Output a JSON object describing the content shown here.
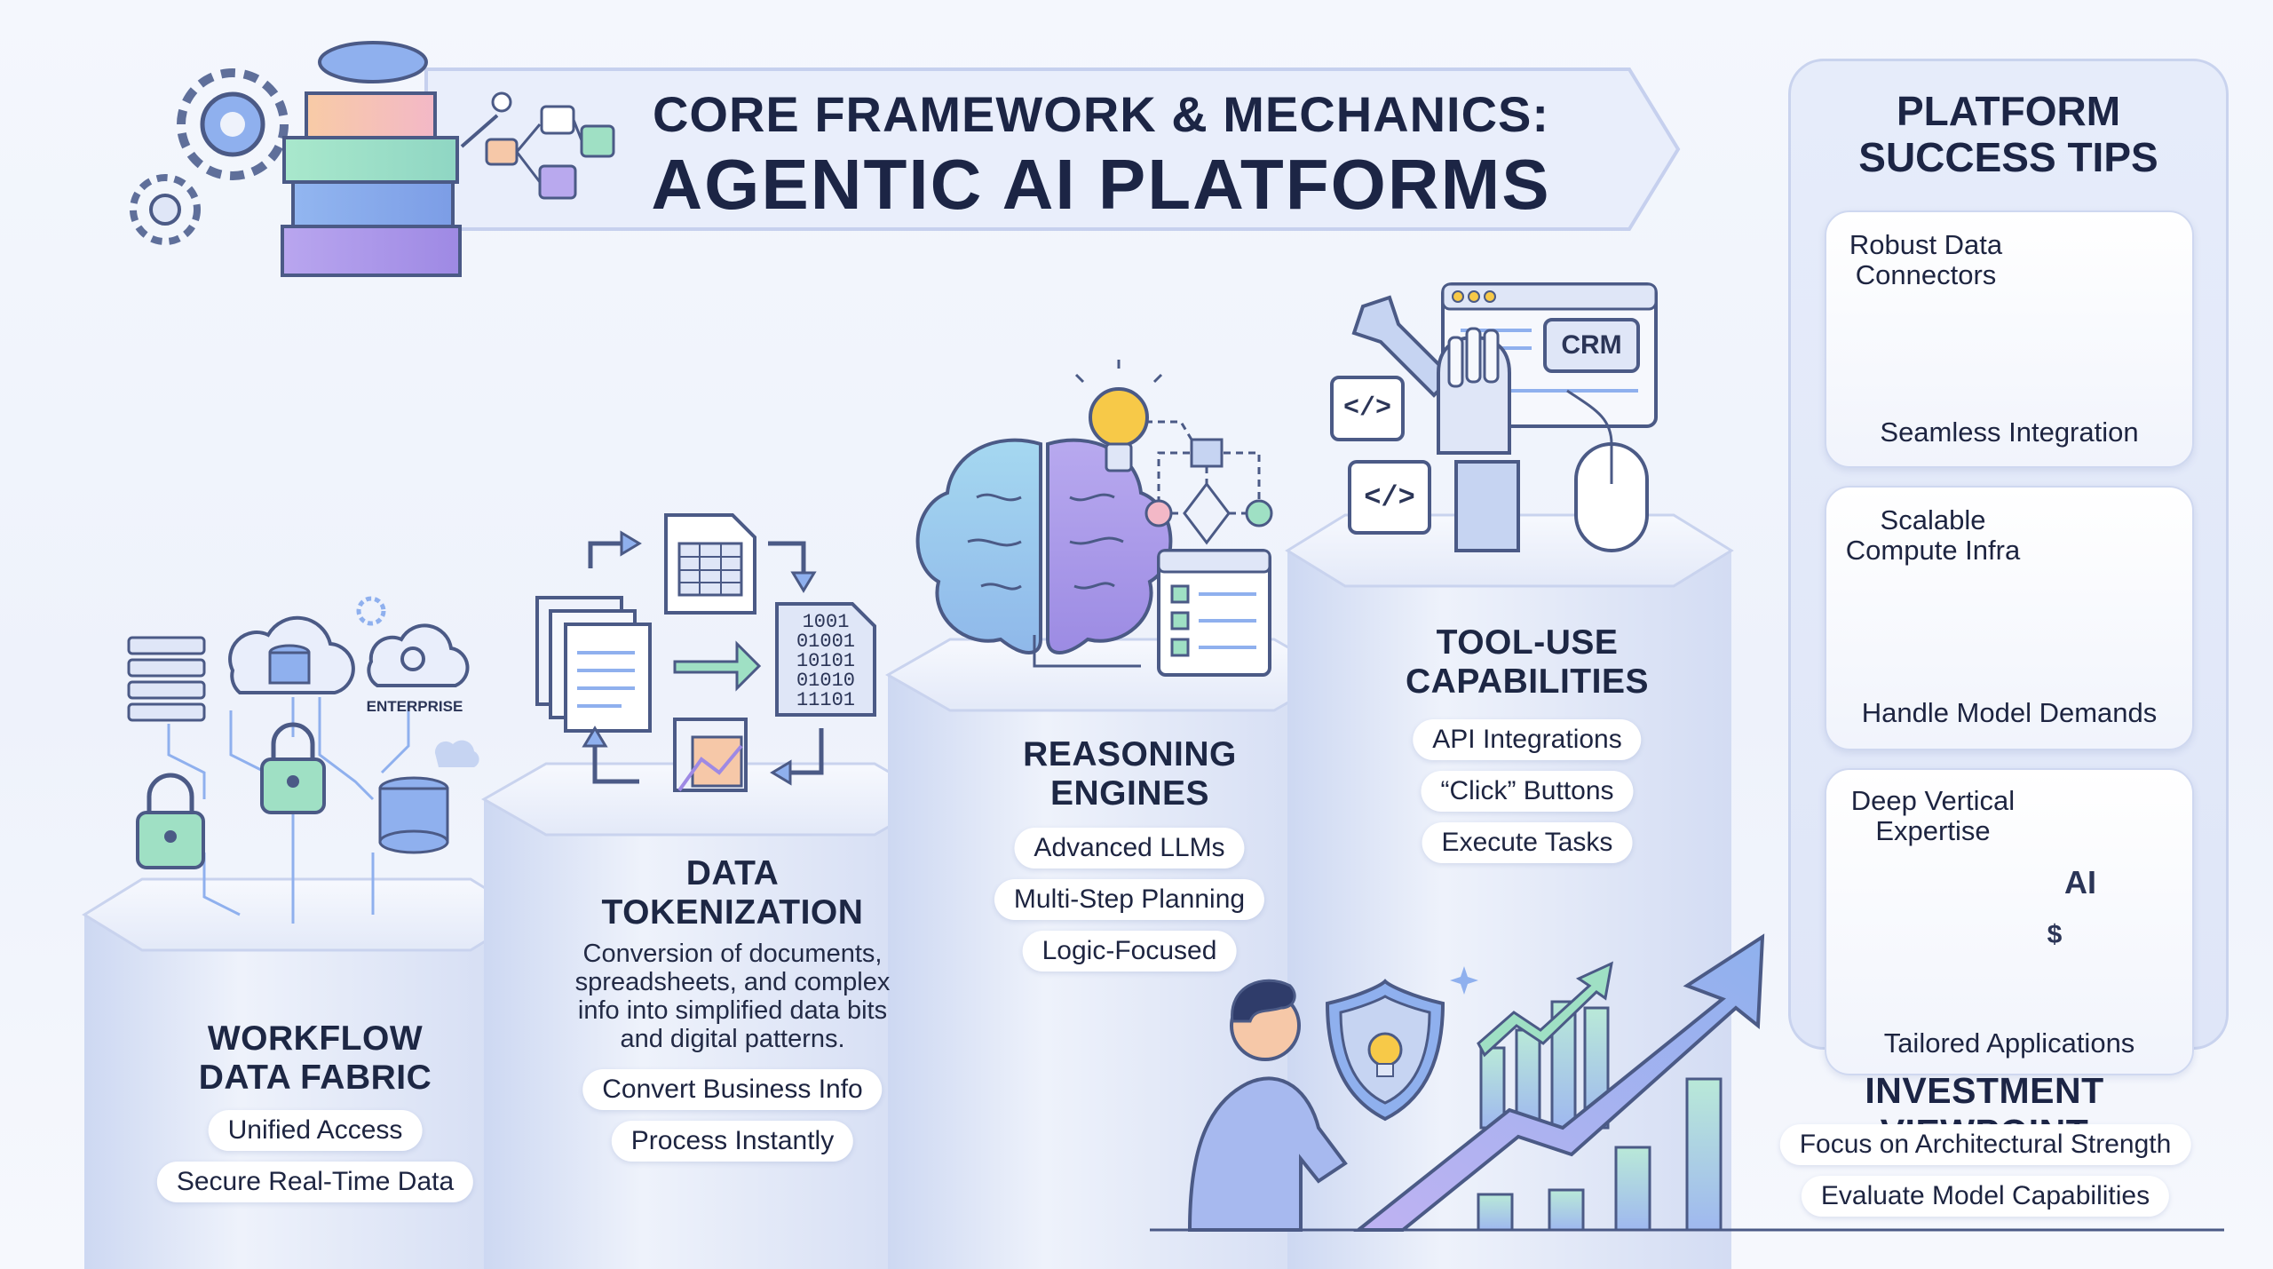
{
  "title": {
    "line1": "CORE FRAMEWORK & MECHANICS:",
    "line2": "AGENTIC AI PLATFORMS"
  },
  "pillars": [
    {
      "title_line1": "WORKFLOW",
      "title_line2": "DATA FABRIC",
      "items": [
        "Unified Access",
        "Secure Real-Time Data"
      ],
      "icon_label": "ENTERPRISE"
    },
    {
      "title_line1": "DATA",
      "title_line2": "TOKENIZATION",
      "description": [
        "Conversion of documents,",
        "spreadsheets, and complex",
        "info into simplified data bits",
        "and digital patterns."
      ],
      "items": [
        "Convert Business Info",
        "Process Instantly"
      ],
      "binary": [
        "1001",
        "01001",
        "10101",
        "01010",
        "11101"
      ]
    },
    {
      "title_line1": "REASONING",
      "title_line2": "ENGINES",
      "items": [
        "Advanced LLMs",
        "Multi-Step Planning",
        "Logic-Focused"
      ]
    },
    {
      "title_line1": "TOOL-USE",
      "title_line2": "CAPABILITIES",
      "items": [
        "API Integrations",
        "“Click” Buttons",
        "Execute Tasks"
      ],
      "crm_label": "CRM",
      "code_glyph": "</>"
    }
  ],
  "success_tips": {
    "title_line1": "PLATFORM",
    "title_line2": "SUCCESS TIPS",
    "cards": [
      {
        "head": [
          "Robust Data",
          "Connectors"
        ],
        "foot": "Seamless Integration"
      },
      {
        "head": [
          "Scalable",
          "Compute Infra"
        ],
        "foot": "Handle Model Demands"
      },
      {
        "head": [
          "Deep Vertical",
          "Expertise"
        ],
        "foot": "Tailored Applications",
        "badge": "AI",
        "currency": "$"
      }
    ]
  },
  "investment": {
    "title": "INVESTMENT VIEWPOINT",
    "items": [
      "Focus on Architectural Strength",
      "Evaluate Model Capabilities"
    ]
  },
  "colors": {
    "navy": "#1c2545",
    "lavender": "#b9a9ee",
    "blue": "#8fb0ee",
    "mint": "#9fe0c4",
    "peach": "#f6c8a8",
    "gold": "#f7c948",
    "pillar": "#dfe6f7"
  }
}
